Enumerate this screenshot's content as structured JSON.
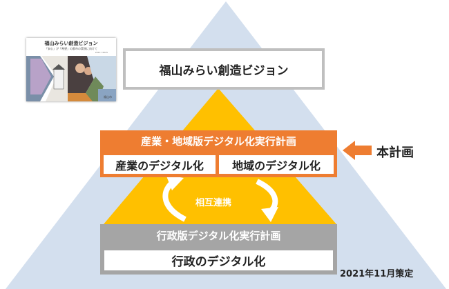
{
  "cover": {
    "title": "福山みらい創造ビジョン",
    "subtitle": "「安心」が「希望」の都市の実現に向けて",
    "years": "2021～2025",
    "city": "福山市"
  },
  "vision": {
    "label": "福山みらい創造ビジョン"
  },
  "industry_plan": {
    "title": "産業・地域版デジタル化実行計画",
    "items": [
      "産業のデジタル化",
      "地域のデジタル化"
    ]
  },
  "mutual_label": "相互連携",
  "admin_plan": {
    "title": "行政版デジタル化実行計画",
    "item": "行政のデジタル化"
  },
  "this_plan_label": "本計画",
  "date_label": "2021年11月策定",
  "colors": {
    "outer_triangle": "#d3dfee",
    "inner_triangle": "#ffc000",
    "orange": "#ee7d31",
    "gray": "#a5a5a5",
    "vision_border": "#bfbfbf",
    "arrow_orange": "#ee7d31"
  }
}
